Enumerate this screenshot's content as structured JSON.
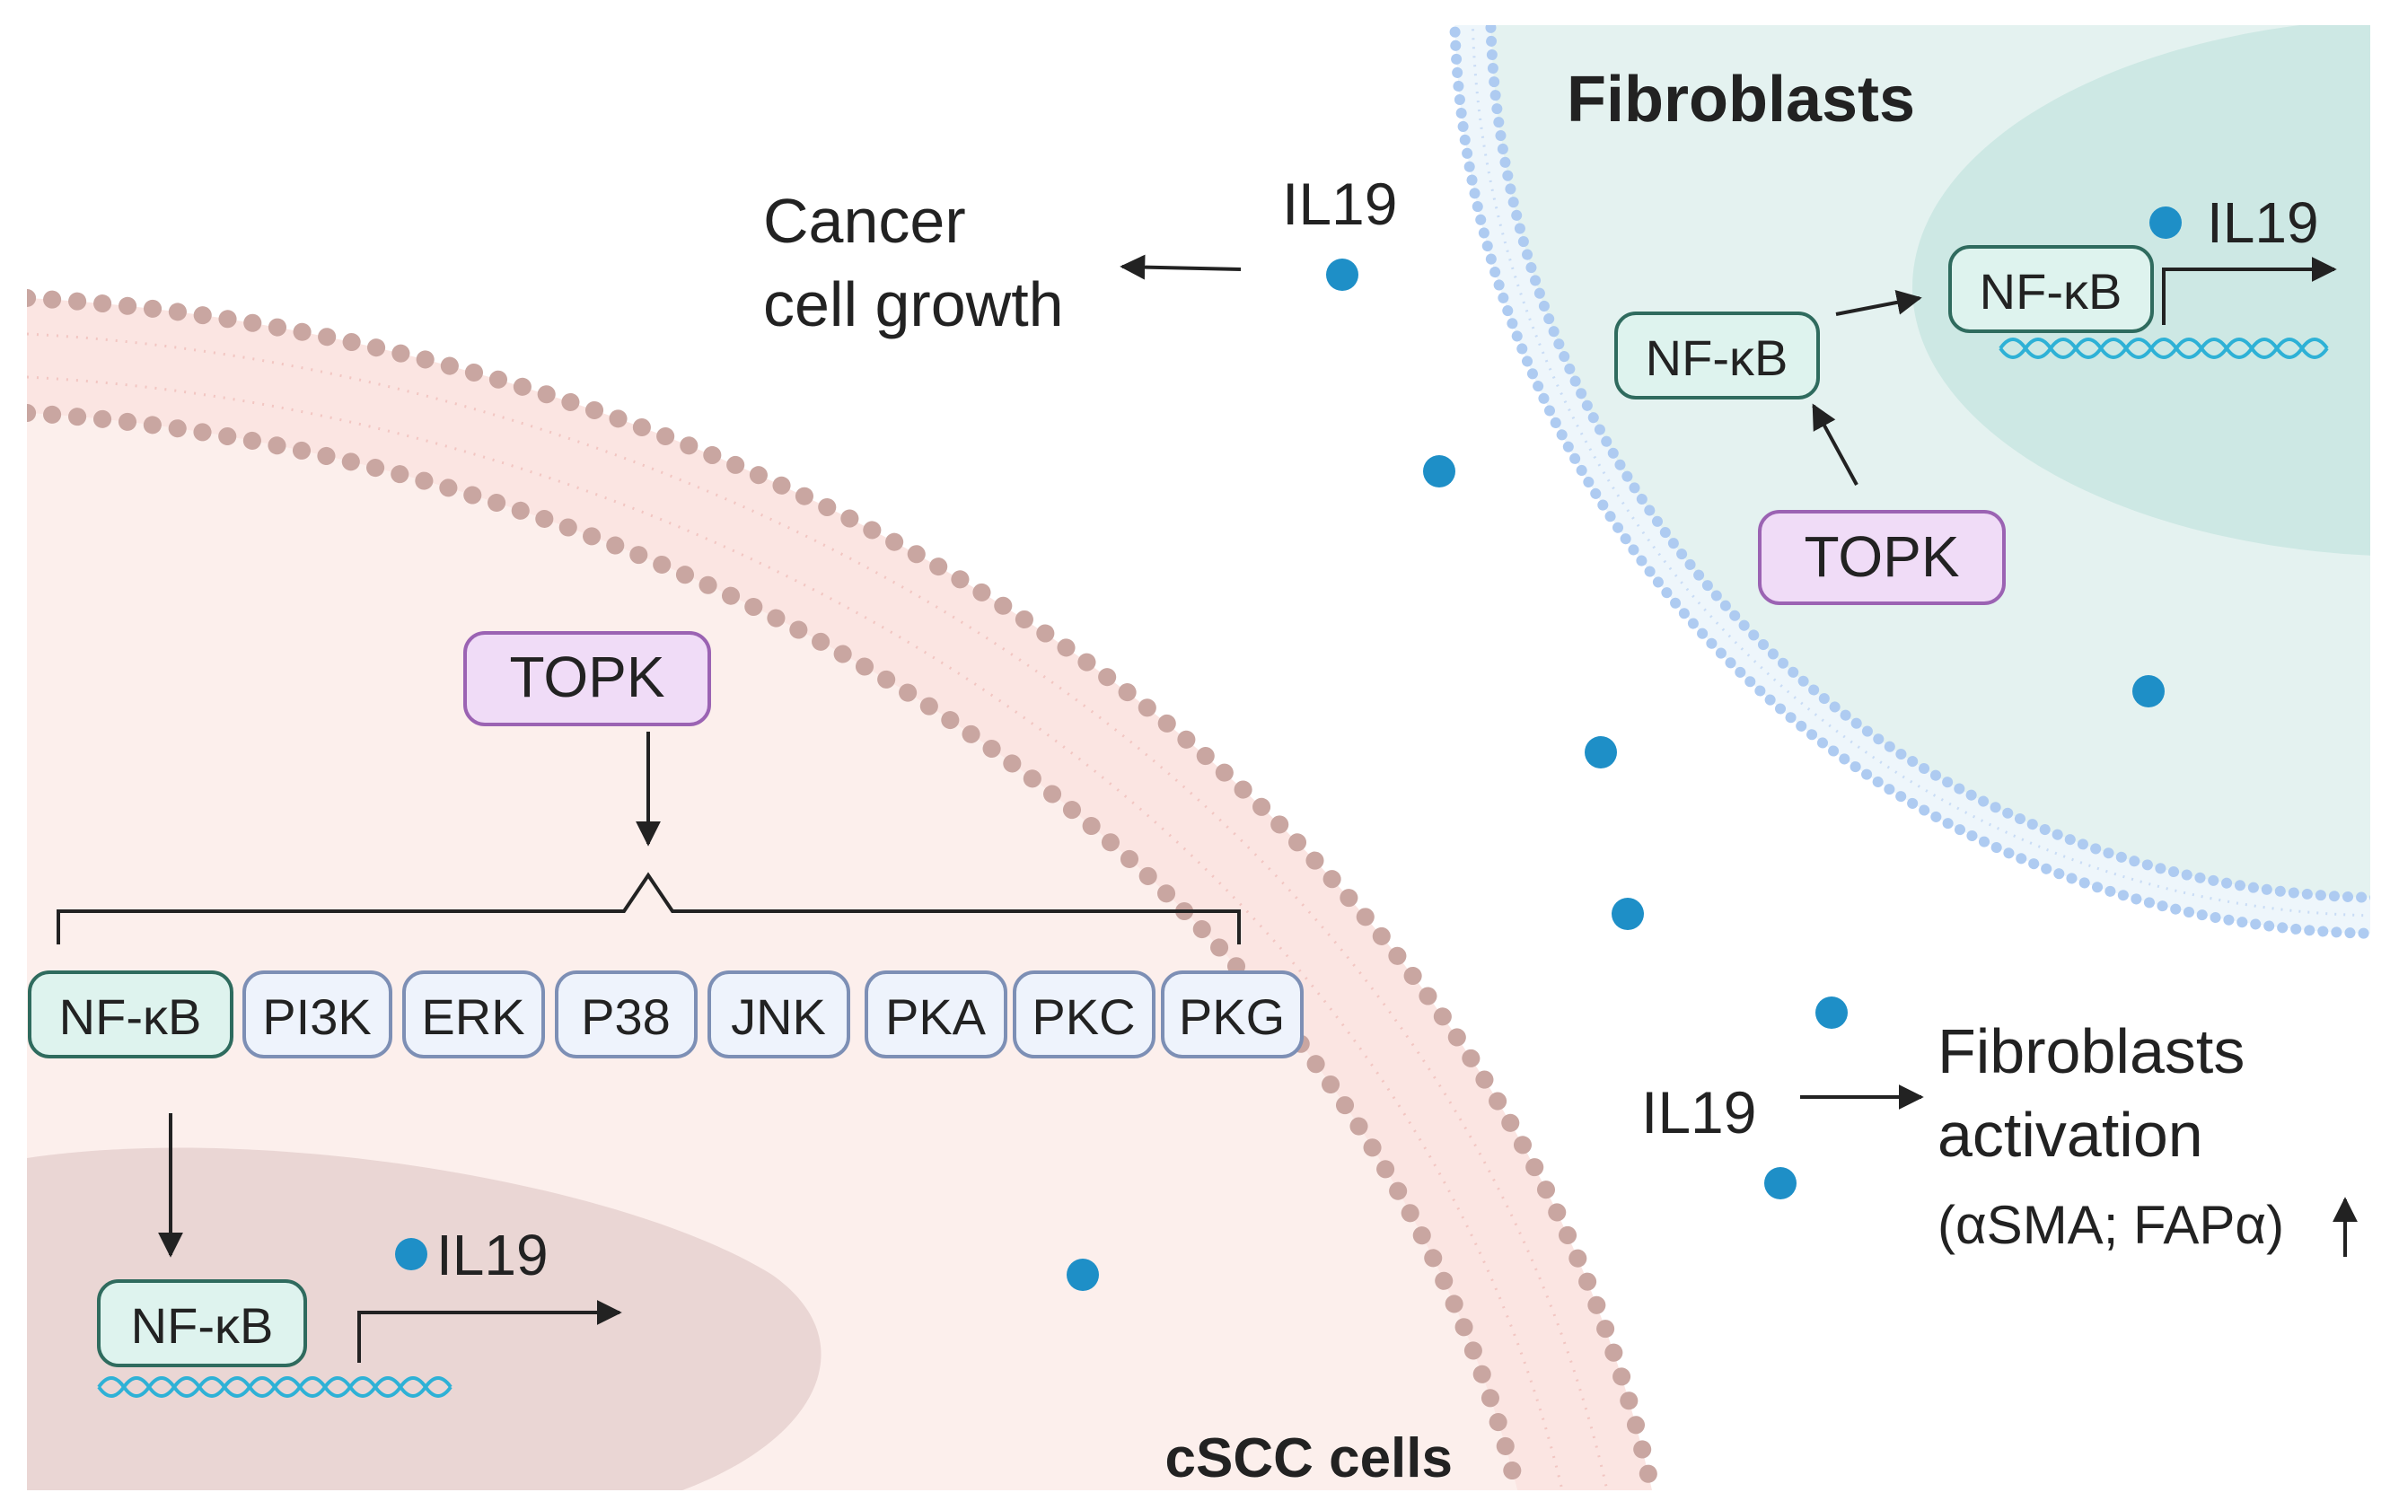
{
  "cscc_cell": {
    "label": "cSCC cells",
    "upstream_kinase": "TOPK",
    "pathways": [
      "NF-κB",
      "PI3K",
      "ERK",
      "P38",
      "JNK",
      "PKA",
      "PKC",
      "PKG"
    ],
    "nuclear_tf": "NF-κB",
    "cytokine": "IL19"
  },
  "fibroblast": {
    "label": "Fibroblasts",
    "kinase": "TOPK",
    "cytoplasmic_tf": "NF-κB",
    "nuclear_tf": "NF-κB",
    "cytokine": "IL19"
  },
  "effects": {
    "growth_cytokine": "IL19",
    "growth_line1": "Cancer",
    "growth_line2": "cell growth",
    "activation_cytokine": "IL19",
    "activation_line1": "Fibroblasts",
    "activation_line2": "activation",
    "activation_line3": "(αSMA; FAPα)"
  },
  "colors": {
    "cscc_cytoplasm": "#fcefec",
    "cscc_nucleus": "#ead6d4",
    "cscc_membrane": "#c9a6a1",
    "fibroblast_cytoplasm": "#e4f2f0",
    "fibroblast_nucleus": "#cde8e4",
    "fibroblast_membrane": "#aecbf1",
    "topk_fill": "#f0dcf7",
    "topk_stroke": "#9b63b3",
    "nfkb_fill": "#def3ee",
    "nfkb_stroke": "#2f6b5e",
    "kinase_fill": "#eef3fc",
    "kinase_stroke": "#7d8fb5",
    "il19_dot": "#1e8fc7",
    "fibroblast_title": "#21998a",
    "dna": "#2eb1d6"
  }
}
